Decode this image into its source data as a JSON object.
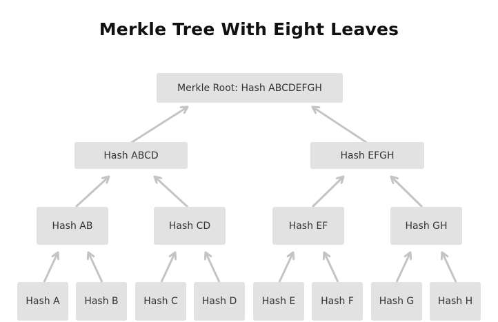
{
  "title": "Merkle Tree With Eight Leaves",
  "colors": {
    "node_fill": "#e2e2e2",
    "node_text": "#333333",
    "arrow": "#c4c4c4",
    "title": "#111111"
  },
  "nodes": {
    "root": "Merkle Root: Hash ABCDEFGH",
    "abcd": "Hash ABCD",
    "efgh": "Hash EFGH",
    "ab": "Hash AB",
    "cd": "Hash CD",
    "ef": "Hash EF",
    "gh": "Hash GH",
    "a": "Hash A",
    "b": "Hash B",
    "c": "Hash C",
    "d": "Hash D",
    "e": "Hash E",
    "f": "Hash F",
    "g": "Hash G",
    "h": "Hash H"
  },
  "edges": [
    {
      "from": "abcd",
      "to": "root"
    },
    {
      "from": "efgh",
      "to": "root"
    },
    {
      "from": "ab",
      "to": "abcd"
    },
    {
      "from": "cd",
      "to": "abcd"
    },
    {
      "from": "ef",
      "to": "efgh"
    },
    {
      "from": "gh",
      "to": "efgh"
    },
    {
      "from": "a",
      "to": "ab"
    },
    {
      "from": "b",
      "to": "ab"
    },
    {
      "from": "c",
      "to": "cd"
    },
    {
      "from": "d",
      "to": "cd"
    },
    {
      "from": "e",
      "to": "ef"
    },
    {
      "from": "f",
      "to": "ef"
    },
    {
      "from": "g",
      "to": "gh"
    },
    {
      "from": "h",
      "to": "gh"
    }
  ]
}
